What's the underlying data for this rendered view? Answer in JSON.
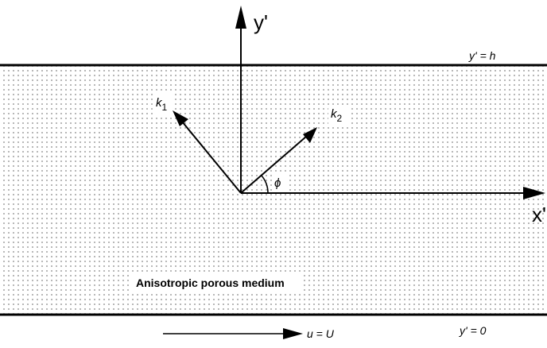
{
  "diagram": {
    "axes": {
      "y_axis_label": "y'",
      "x_axis_label": "x'"
    },
    "boundaries": {
      "top_label": "y' = h",
      "bottom_label": "y' = 0"
    },
    "permeability": {
      "k1_base": "k",
      "k1_sub": "1",
      "k2_base": "k",
      "k2_sub": "2"
    },
    "angle_label": "ϕ",
    "medium_label": "Anisotropic porous medium",
    "wall_velocity_label": "u = U"
  },
  "colors": {
    "ink": "#000000",
    "dot": "#9a9a9a",
    "background": "#ffffff"
  }
}
